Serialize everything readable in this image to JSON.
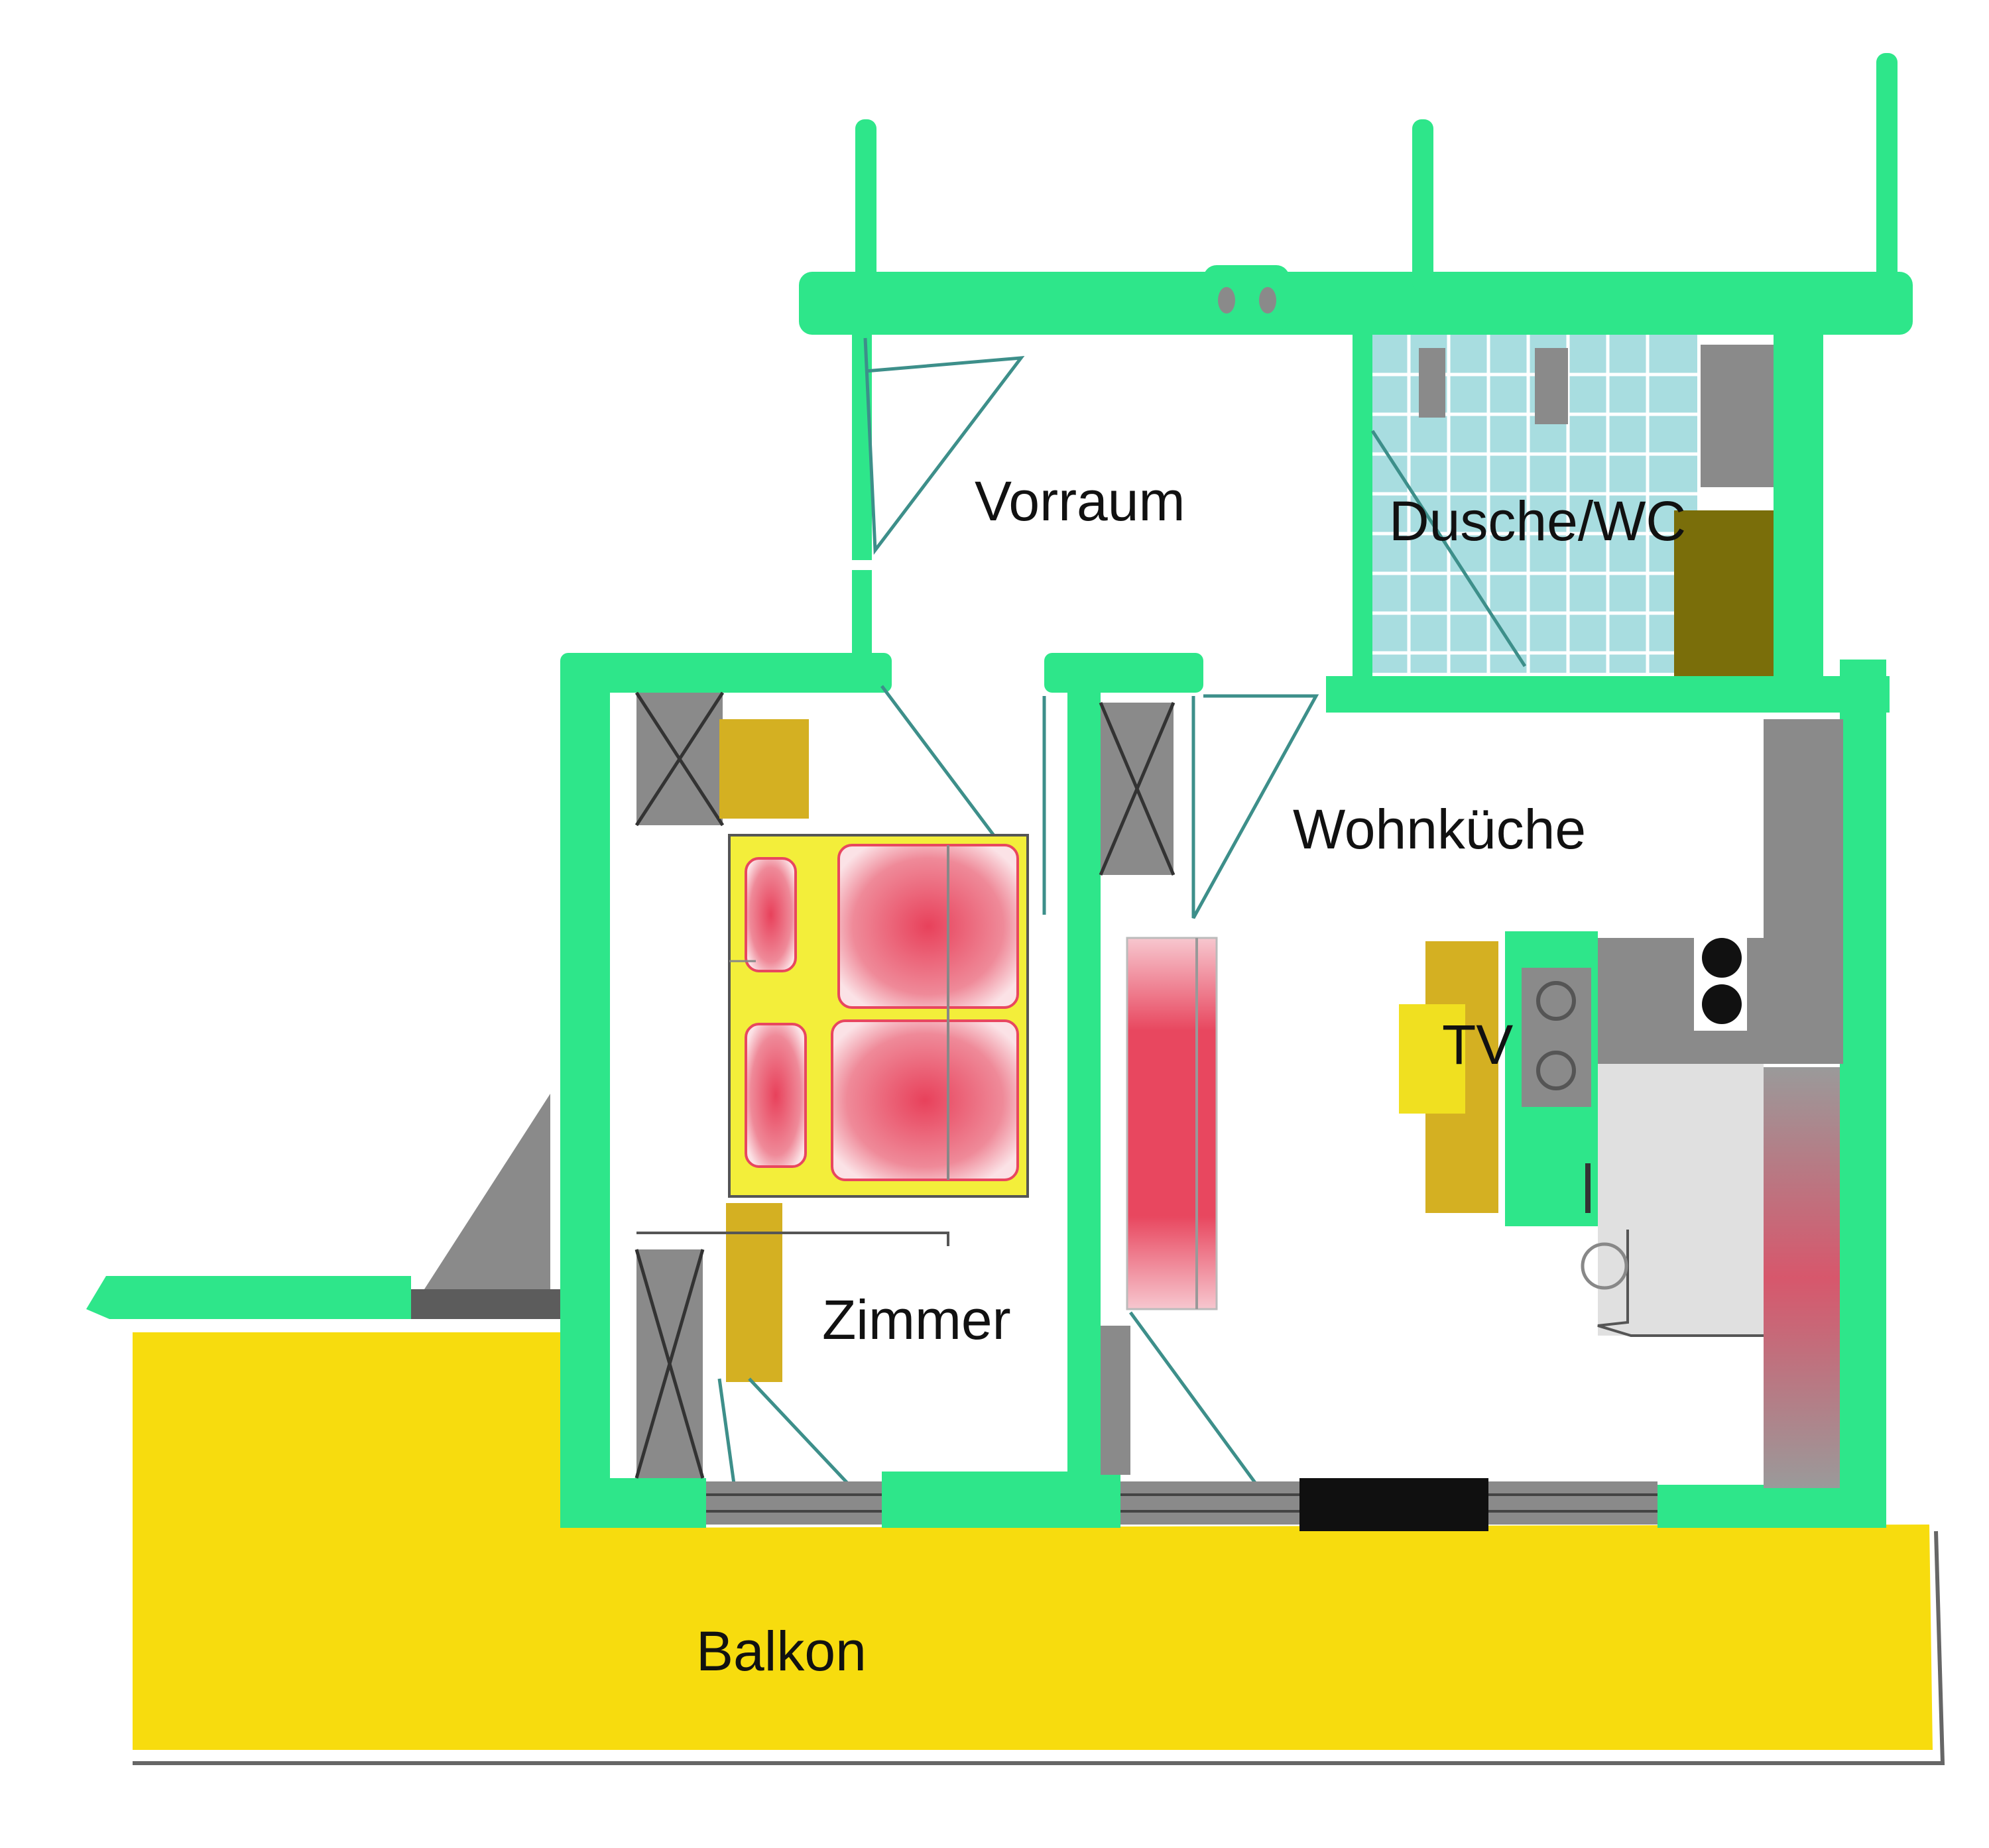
{
  "plan": {
    "rooms": {
      "vorraum": "Vorraum",
      "dusche_wc": "Dusche/WC",
      "wohnkueche": "Wohnküche",
      "zimmer": "Zimmer",
      "balkon": "Balkon",
      "tv": "TV"
    },
    "colors": {
      "wall": "#2ee68a",
      "balcony": "#f7dc0e",
      "bath_tile": "#a8dde0",
      "grey_fixture": "#8a8a8a",
      "dark_grey": "#5c5c5c",
      "olive": "#7a6e0a",
      "mustard": "#d4b022",
      "bed_yellow": "#f3ee3a",
      "red_pattern": "#e8475f",
      "door_line": "#3d8f8a",
      "window_black": "#101010"
    }
  }
}
